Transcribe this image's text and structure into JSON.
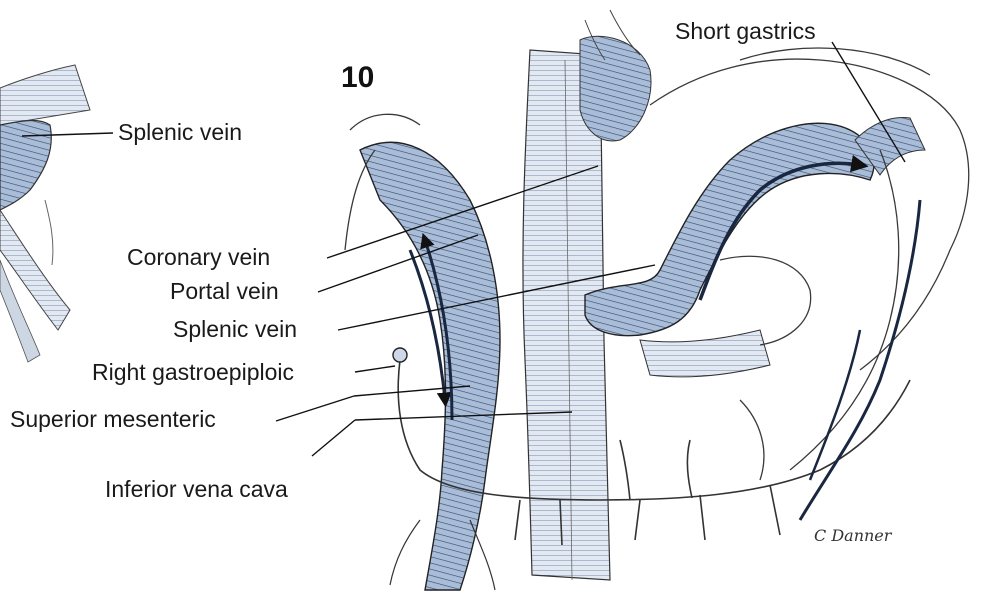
{
  "figure": {
    "number": "10",
    "signature": "C Danner"
  },
  "labels": {
    "short_gastrics": "Short gastrics",
    "splenic_vein_inset": "Splenic vein",
    "coronary_vein": "Coronary vein",
    "portal_vein": "Portal vein",
    "splenic_vein": "Splenic vein",
    "right_gastroepiploic": "Right gastroepiploic",
    "superior_mesenteric": "Superior mesenteric",
    "inferior_vena_cava": "Inferior vena cava"
  },
  "colors": {
    "vessel_fill": "#9fb3cf",
    "vessel_hatch": "#2c3e5e",
    "outline": "#3a3a3a",
    "leader": "#111111"
  }
}
